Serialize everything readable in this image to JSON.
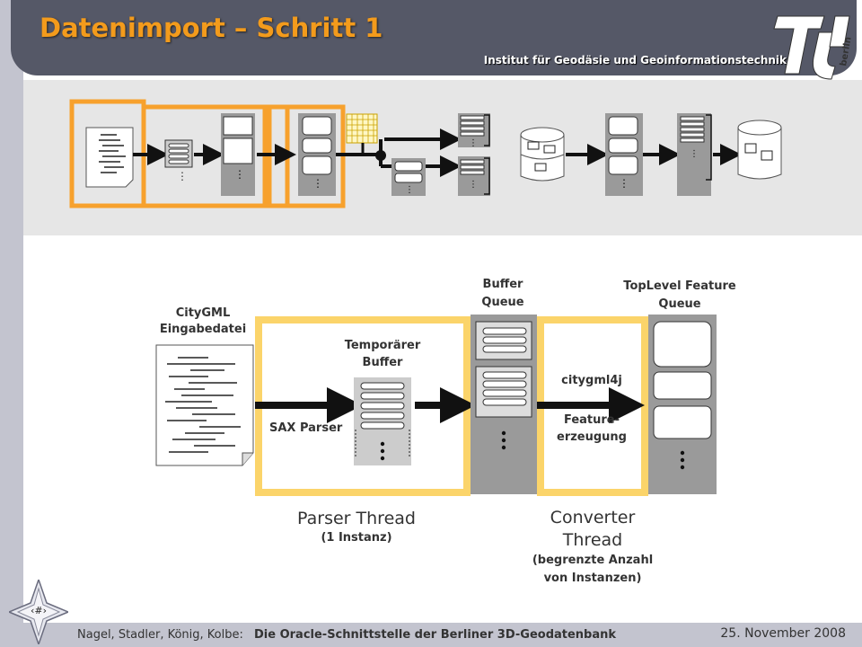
{
  "header": {
    "title": "Datenimport – Schritt 1",
    "institute": "Institut für Geodäsie und Geoinformationstechnik"
  },
  "logo": {
    "text": "berlin",
    "icon": "tu-berlin-logo"
  },
  "diagram": {
    "input_label_1": "CityGML",
    "input_label_2": "Eingabedatei",
    "temp_buffer_label_1": "Temporärer",
    "temp_buffer_label_2": "Buffer",
    "sax_parser": "SAX Parser",
    "buffer_queue_1": "Buffer",
    "buffer_queue_2": "Queue",
    "citygml4j": "citygml4j",
    "feature_label_1": "Feature-",
    "feature_label_2": "erzeugung",
    "toplevel_1": "TopLevel Feature",
    "toplevel_2": "Queue",
    "parser_thread": "Parser Thread",
    "parser_instances": "(1 Instanz)",
    "converter_thread_1": "Converter",
    "converter_thread_2": "Thread",
    "converter_instances_1": "(begrenzte Anzahl",
    "converter_instances_2": "von Instanzen)"
  },
  "footer": {
    "authors": "Nagel, Stadler, König, Kolbe:",
    "title": "Die Oracle-Schnittstelle der Berliner 3D-Geodatenbank",
    "date": "25. November 2008",
    "page": "‹#›"
  },
  "colors": {
    "header": "#555867",
    "title": "#f39b1c",
    "orange_frame": "#f7a12d",
    "yellow_frame": "#fbd46a",
    "queue_gray": "#9a9a9a"
  }
}
